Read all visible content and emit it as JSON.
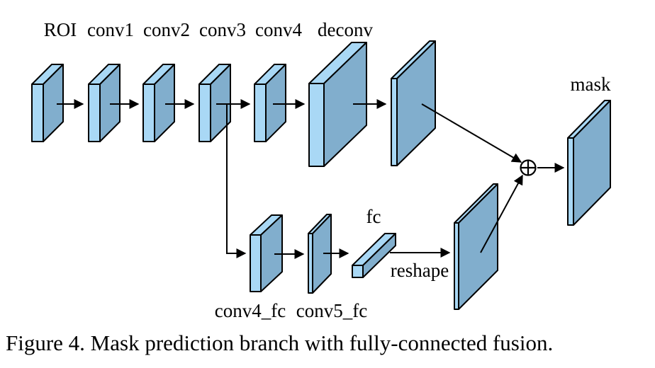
{
  "diagram": {
    "node_labels": {
      "roi": "ROI",
      "conv1": "conv1",
      "conv2": "conv2",
      "conv3": "conv3",
      "conv4": "conv4",
      "deconv": "deconv",
      "mask": "mask",
      "conv4_fc": "conv4_fc",
      "conv5_fc": "conv5_fc",
      "fc": "fc",
      "reshape": "reshape"
    },
    "fusion_operator_icon": "circled-plus",
    "colors": {
      "face_light": "#a9d8f5",
      "face_dark": "#81aecd",
      "outline": "#000000",
      "background": "#ffffff"
    }
  },
  "caption": "Figure 4. Mask prediction branch with fully-connected fusion."
}
